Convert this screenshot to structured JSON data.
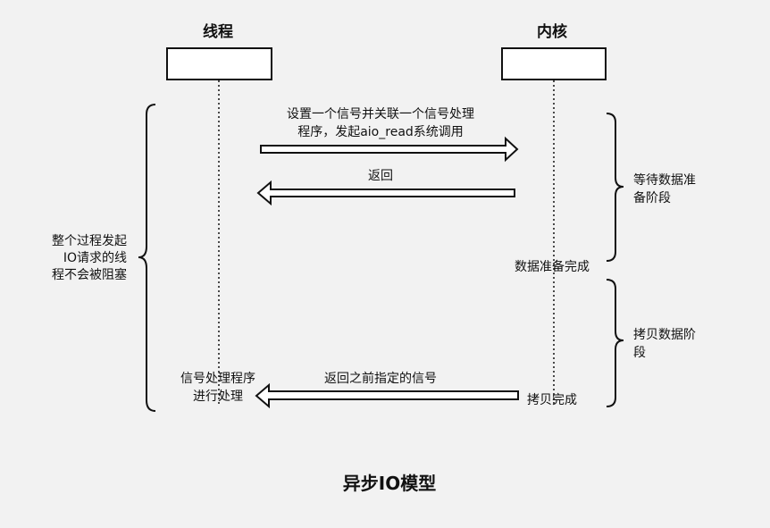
{
  "participants": {
    "thread": "线程",
    "kernel": "内核"
  },
  "messages": {
    "request_line1": "设置一个信号并关联一个信号处理",
    "request_line2": "程序，发起aio_read系统调用",
    "return": "返回",
    "signal": "返回之前指定的信号"
  },
  "left_brace_label": [
    "整个过程发起",
    "IO请求的线",
    "程不会被阻塞"
  ],
  "phases": {
    "wait_label": [
      "等待数据准",
      "备阶段"
    ],
    "copy_label": [
      "拷贝数据阶",
      "段"
    ]
  },
  "events": {
    "data_ready": "数据准备完成",
    "copy_done": "拷贝完成",
    "handler_line1": "信号处理程序",
    "handler_line2": "进行处理"
  },
  "title": "异步IO模型"
}
